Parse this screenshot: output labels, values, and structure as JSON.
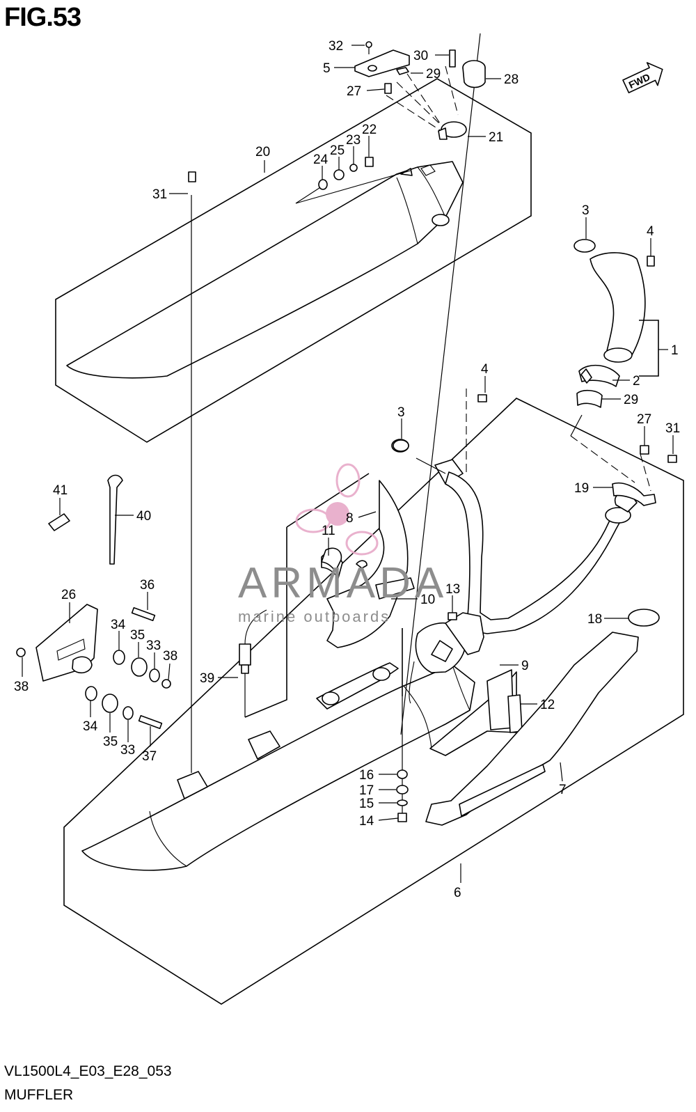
{
  "figure": {
    "title": "FIG.53",
    "diagram_code": "VL1500L4_E03_E28_053",
    "name": "MUFFLER"
  },
  "fwd_badge": "FWD",
  "watermark": {
    "brand": "ARMADA",
    "tagline": "marine outboards",
    "logo_color": "#e7a9c8",
    "text_color": "#8d8d8d"
  },
  "callouts": [
    {
      "id": "c32a",
      "label": "32"
    },
    {
      "id": "c30a",
      "label": "30"
    },
    {
      "id": "c5a",
      "label": "5"
    },
    {
      "id": "c29a",
      "label": "29"
    },
    {
      "id": "c28a",
      "label": "28"
    },
    {
      "id": "c27a",
      "label": "27"
    },
    {
      "id": "c21a",
      "label": "21"
    },
    {
      "id": "c20a",
      "label": "20"
    },
    {
      "id": "c22a",
      "label": "22"
    },
    {
      "id": "c23a",
      "label": "23"
    },
    {
      "id": "c25a",
      "label": "25"
    },
    {
      "id": "c24a",
      "label": "24"
    },
    {
      "id": "c31a",
      "label": "31"
    },
    {
      "id": "c3a",
      "label": "3"
    },
    {
      "id": "c4a",
      "label": "4"
    },
    {
      "id": "c1a",
      "label": "1"
    },
    {
      "id": "c2a",
      "label": "2"
    },
    {
      "id": "c29b",
      "label": "29"
    },
    {
      "id": "c4b",
      "label": "4"
    },
    {
      "id": "c3b",
      "label": "3"
    },
    {
      "id": "c27b",
      "label": "27"
    },
    {
      "id": "c31b",
      "label": "31"
    },
    {
      "id": "c19a",
      "label": "19"
    },
    {
      "id": "c41a",
      "label": "41"
    },
    {
      "id": "c40a",
      "label": "40"
    },
    {
      "id": "c8a",
      "label": "8"
    },
    {
      "id": "c11a",
      "label": "11"
    },
    {
      "id": "c36a",
      "label": "36"
    },
    {
      "id": "c26a",
      "label": "26"
    },
    {
      "id": "c13a",
      "label": "13"
    },
    {
      "id": "c10a",
      "label": "10"
    },
    {
      "id": "c18a",
      "label": "18"
    },
    {
      "id": "c34a",
      "label": "34"
    },
    {
      "id": "c35a",
      "label": "35"
    },
    {
      "id": "c33a",
      "label": "33"
    },
    {
      "id": "c38a",
      "label": "38"
    },
    {
      "id": "c38b",
      "label": "38"
    },
    {
      "id": "c9a",
      "label": "9"
    },
    {
      "id": "c39a",
      "label": "39"
    },
    {
      "id": "c12a",
      "label": "12"
    },
    {
      "id": "c34b",
      "label": "34"
    },
    {
      "id": "c35b",
      "label": "35"
    },
    {
      "id": "c33b",
      "label": "33"
    },
    {
      "id": "c37a",
      "label": "37"
    },
    {
      "id": "c7a",
      "label": "7"
    },
    {
      "id": "c16a",
      "label": "16"
    },
    {
      "id": "c17a",
      "label": "17"
    },
    {
      "id": "c15a",
      "label": "15"
    },
    {
      "id": "c14a",
      "label": "14"
    },
    {
      "id": "c6a",
      "label": "6"
    }
  ]
}
